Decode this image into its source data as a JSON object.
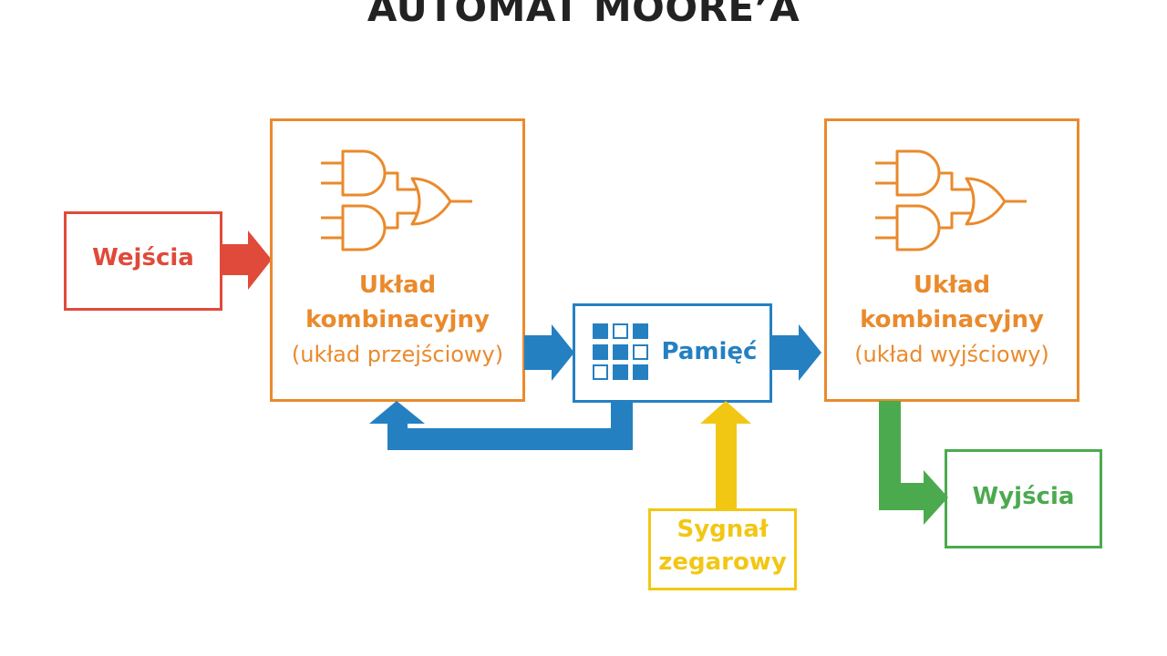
{
  "title": "AUTOMAT MOORE’A",
  "inputs": {
    "label": "Wejścia"
  },
  "outputs": {
    "label": "Wyjścia"
  },
  "memory": {
    "label": "Pamięć"
  },
  "clock": {
    "line1": "Sygnał",
    "line2": "zegarowy"
  },
  "comb_left": {
    "line1": "Układ",
    "line2": "kombinacyjny",
    "line3": "(układ przejściowy)"
  },
  "comb_right": {
    "line1": "Układ",
    "line2": "kombinacyjny",
    "line3": "(układ wyjściowy)"
  },
  "colors": {
    "red": "#e04a3a",
    "orange": "#ea8a2c",
    "blue": "#2580c2",
    "yellow": "#f2c714",
    "green": "#4caa4e",
    "title": "#222222"
  },
  "icons": [
    "logic-gates-icon",
    "memory-grid-icon"
  ]
}
